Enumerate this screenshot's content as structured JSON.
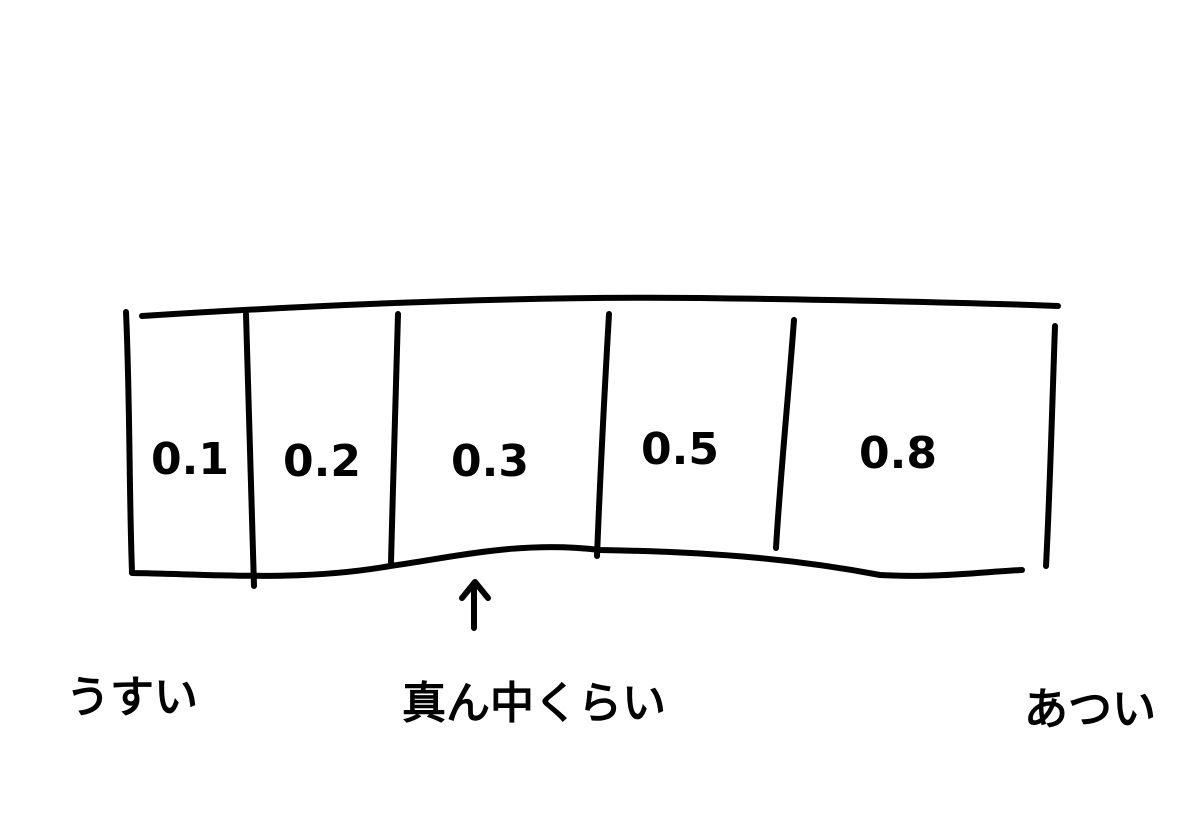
{
  "cells": [
    {
      "value": "0.1"
    },
    {
      "value": "0.2"
    },
    {
      "value": "0.3"
    },
    {
      "value": "0.5"
    },
    {
      "value": "0.8"
    }
  ],
  "labels": {
    "left": "うすい",
    "middle": "真ん中くらい",
    "right": "あつい"
  },
  "colors": {
    "ink": "#000000",
    "background": "#ffffff"
  }
}
